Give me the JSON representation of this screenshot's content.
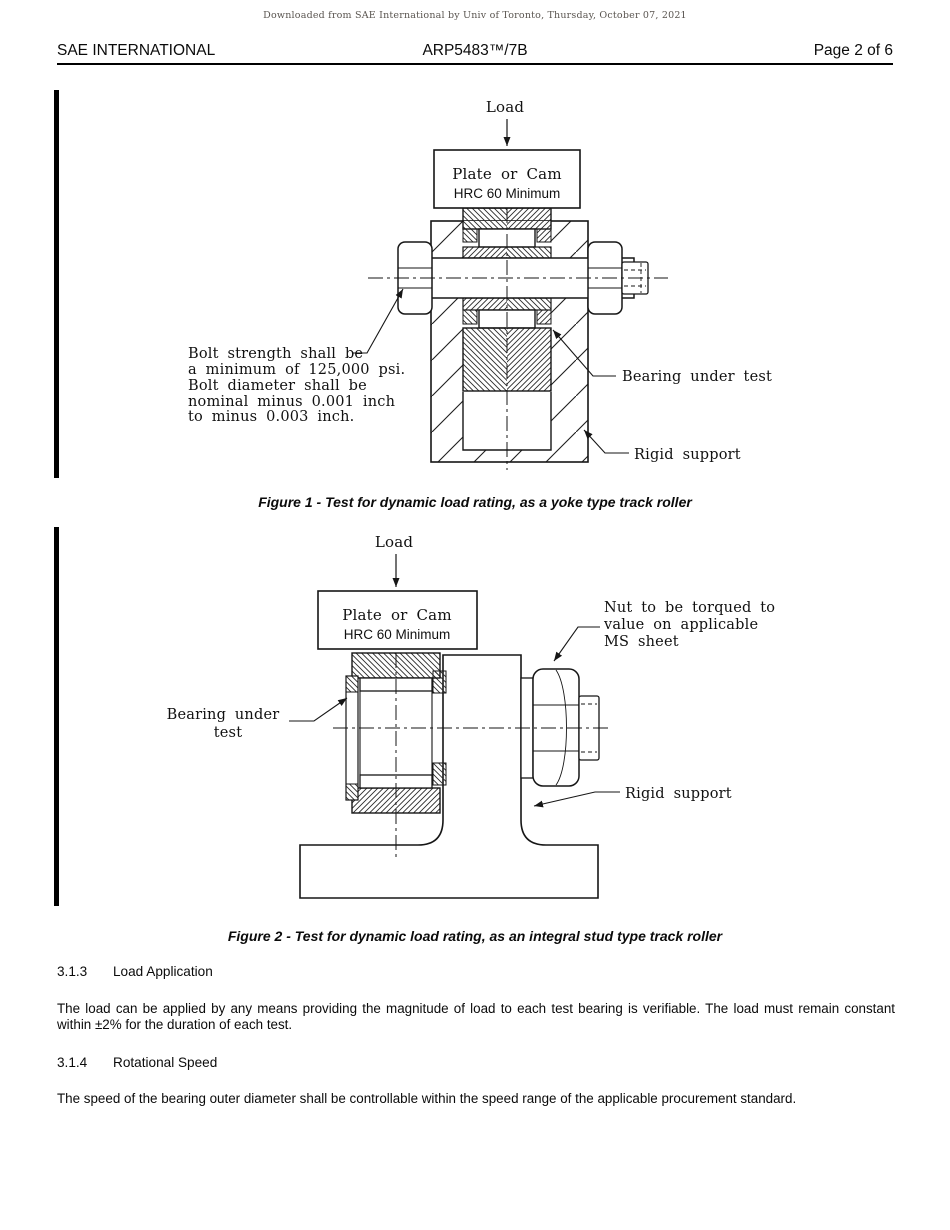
{
  "meta": {
    "download_notice": "Downloaded from SAE International by Univ of Toronto, Thursday, October 07, 2021"
  },
  "header": {
    "left": "SAE INTERNATIONAL",
    "center": "ARP5483™/7B",
    "right": "Page 2 of 6"
  },
  "figure1": {
    "load_label": "Load",
    "plate_line1": "Plate or Cam",
    "plate_line2": "HRC 60 Minimum",
    "bolt_note_lines": [
      "Bolt strength shall be",
      "a minimum of 125,000 psi.",
      "Bolt diameter shall be",
      "nominal minus 0.001 inch",
      "to minus 0.003 inch."
    ],
    "bearing_label": "Bearing under test",
    "support_label": "Rigid support",
    "caption": "Figure 1 - Test for dynamic load rating, as a yoke type track roller"
  },
  "figure2": {
    "load_label": "Load",
    "plate_line1": "Plate or Cam",
    "plate_line2": "HRC 60 Minimum",
    "nut_note_lines": [
      "Nut to be torqued to",
      "value on applicable",
      "MS sheet"
    ],
    "bearing_label_lines": [
      "Bearing under",
      "test"
    ],
    "support_label": "Rigid support",
    "caption": "Figure 2 - Test for dynamic load rating, as an integral stud type track roller"
  },
  "sections": [
    {
      "number": "3.1.3",
      "title": "Load Application",
      "body": "The load can be applied by any means providing the magnitude of load to each test bearing is verifiable. The load must remain constant within ±2% for the duration of each test."
    },
    {
      "number": "3.1.4",
      "title": "Rotational Speed",
      "body": "The speed of the bearing outer diameter shall be controllable within the speed range of the applicable procurement standard."
    }
  ]
}
